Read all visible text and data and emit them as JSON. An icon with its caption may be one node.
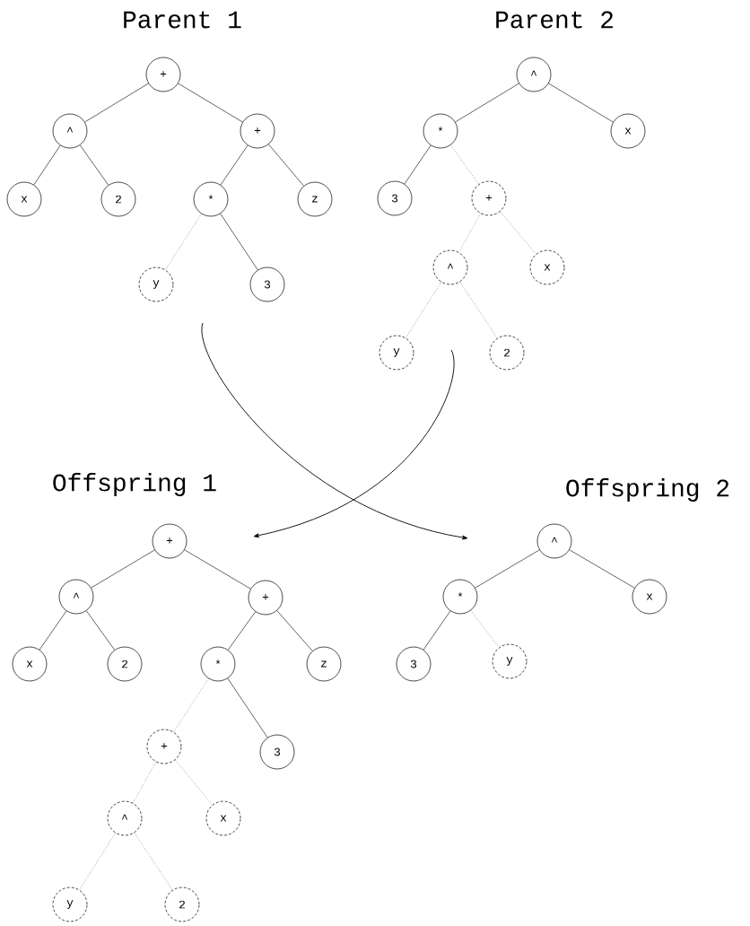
{
  "diagram": {
    "nodes": [
      {
        "text": [
          "+"
        ]
      },
      {
        "text": [
          "^"
        ]
      },
      {
        "text": [
          "x"
        ]
      },
      {
        "text": [
          "2"
        ]
      },
      {
        "text": [
          "+"
        ]
      },
      {
        "text": [
          "*"
        ]
      },
      {
        "text": [
          "z"
        ]
      },
      {
        "text": [
          "y"
        ]
      },
      {
        "text": [
          "3"
        ]
      },
      {
        "text": [
          "^"
        ]
      },
      {
        "text": [
          "*"
        ]
      },
      {
        "text": [
          "x"
        ]
      },
      {
        "text": [
          "3"
        ]
      },
      {
        "text": [
          "+"
        ]
      },
      {
        "text": [
          "^"
        ]
      },
      {
        "text": [
          "x"
        ]
      },
      {
        "text": [
          "y"
        ]
      },
      {
        "text": [
          "2"
        ]
      },
      {
        "text": [
          "+"
        ]
      },
      {
        "text": [
          "^"
        ]
      },
      {
        "text": [
          "x"
        ]
      },
      {
        "text": [
          "2"
        ]
      },
      {
        "text": [
          "+"
        ]
      },
      {
        "text": [
          "*"
        ]
      },
      {
        "text": [
          "z"
        ]
      },
      {
        "text": [
          "+"
        ]
      },
      {
        "text": [
          "3"
        ]
      },
      {
        "text": [
          "^"
        ]
      },
      {
        "text": [
          "x"
        ]
      },
      {
        "text": [
          "y"
        ]
      },
      {
        "text": [
          "2"
        ]
      },
      {
        "text": [
          "^"
        ]
      },
      {
        "text": [
          "*"
        ]
      },
      {
        "text": [
          "x"
        ]
      },
      {
        "text": [
          "3"
        ]
      },
      {
        "text": [
          "y"
        ]
      }
    ],
    "edges": [
      {
        "from": 0,
        "to": 1,
        "arrow": "none"
      },
      {
        "from": 0,
        "to": 4,
        "arrow": "none"
      },
      {
        "from": 1,
        "to": 2,
        "arrow": "none"
      },
      {
        "from": 1,
        "to": 3,
        "arrow": "none"
      },
      {
        "from": 4,
        "to": 5,
        "arrow": "none"
      },
      {
        "from": 4,
        "to": 6,
        "arrow": "none"
      },
      {
        "from": 5,
        "to": 7,
        "arrow": "none",
        "style": "dashed"
      },
      {
        "from": 5,
        "to": 8,
        "arrow": "none"
      },
      {
        "from": 9,
        "to": 10,
        "arrow": "none"
      },
      {
        "from": 9,
        "to": 11,
        "arrow": "none"
      },
      {
        "from": 10,
        "to": 12,
        "arrow": "none"
      },
      {
        "from": 10,
        "to": 13,
        "arrow": "none",
        "style": "dashed"
      },
      {
        "from": 13,
        "to": 14,
        "arrow": "none",
        "style": "dashed"
      },
      {
        "from": 13,
        "to": 15,
        "arrow": "none",
        "style": "dashed"
      },
      {
        "from": 14,
        "to": 16,
        "arrow": "none",
        "style": "dashed"
      },
      {
        "from": 14,
        "to": 17,
        "arrow": "none",
        "style": "dashed"
      },
      {
        "from": 18,
        "to": 19,
        "arrow": "none"
      },
      {
        "from": 18,
        "to": 22,
        "arrow": "none"
      },
      {
        "from": 19,
        "to": 20,
        "arrow": "none"
      },
      {
        "from": 19,
        "to": 21,
        "arrow": "none"
      },
      {
        "from": 22,
        "to": 23,
        "arrow": "none"
      },
      {
        "from": 22,
        "to": 24,
        "arrow": "none"
      },
      {
        "from": 23,
        "to": 25,
        "arrow": "none",
        "style": "dashed"
      },
      {
        "from": 23,
        "to": 26,
        "arrow": "none"
      },
      {
        "from": 25,
        "to": 27,
        "arrow": "none",
        "style": "dashed"
      },
      {
        "from": 25,
        "to": 28,
        "arrow": "none",
        "style": "dashed"
      },
      {
        "from": 27,
        "to": 29,
        "arrow": "none",
        "style": "dashed"
      },
      {
        "from": 27,
        "to": 30,
        "arrow": "none",
        "style": "dashed"
      },
      {
        "from": 31,
        "to": 32,
        "arrow": "none"
      },
      {
        "from": 31,
        "to": 33,
        "arrow": "none"
      },
      {
        "from": 32,
        "to": 34,
        "arrow": "none"
      },
      {
        "from": 32,
        "to": 35,
        "arrow": "none",
        "style": "dashed"
      },
      {
        "from": 7,
        "to": null,
        "arrow": "to"
      },
      {
        "from": 16,
        "to": null,
        "arrow": "to"
      }
    ],
    "labels": [
      "Parent 1",
      "Parent 2",
      "Offspring 1",
      "Offspring 2"
    ]
  }
}
